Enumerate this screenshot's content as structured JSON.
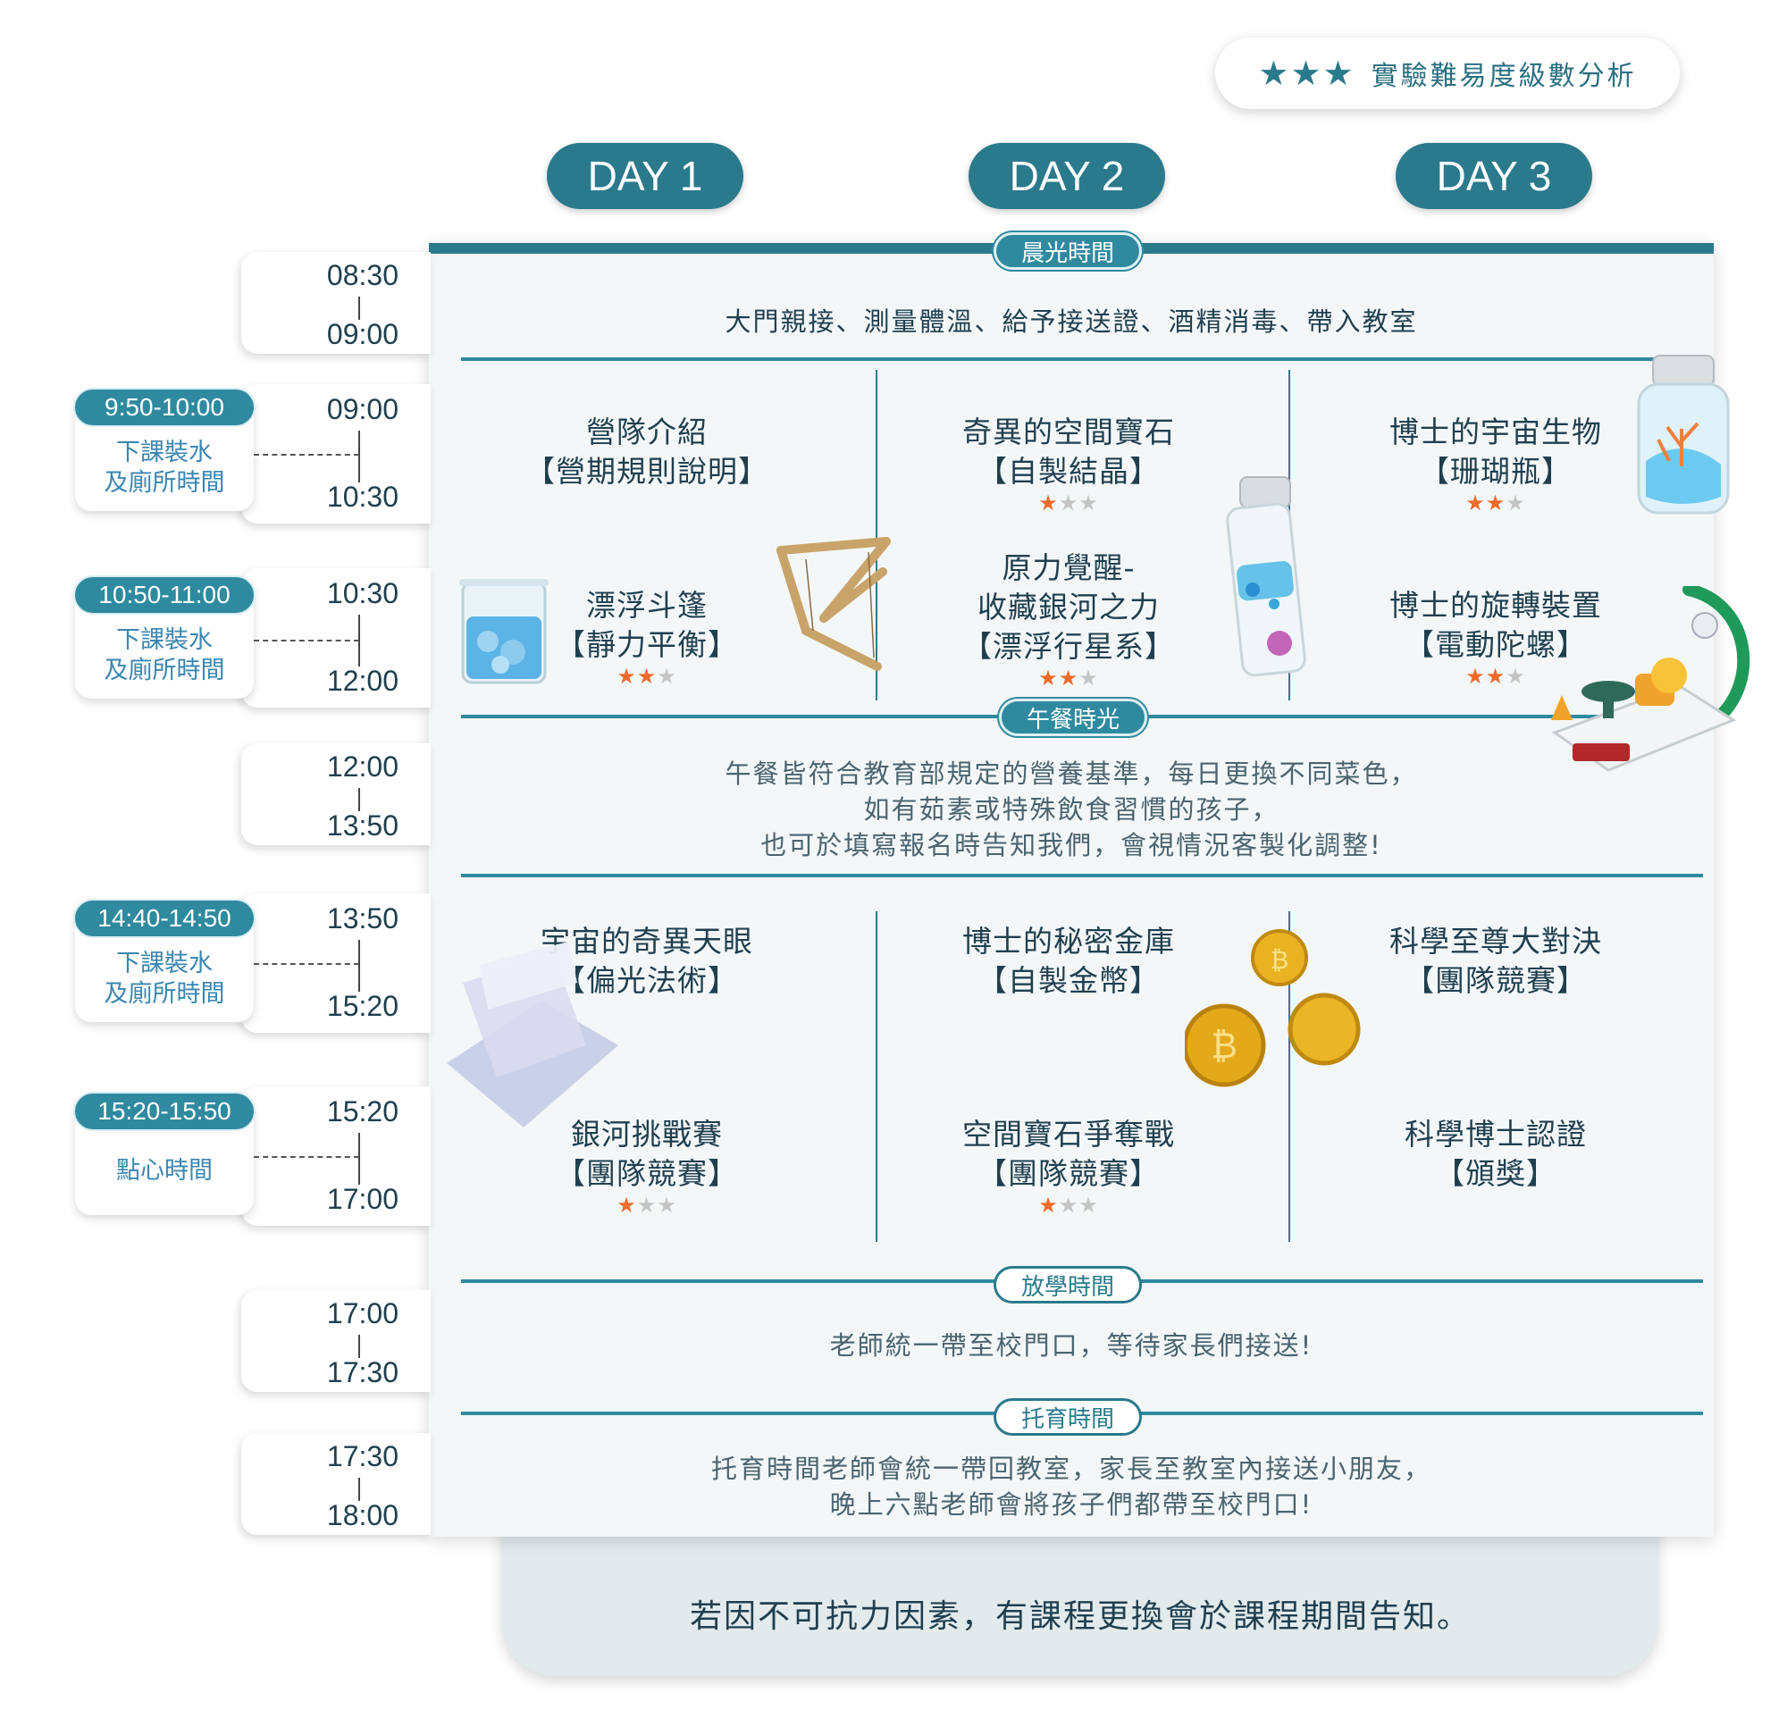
{
  "legend": {
    "stars": "★★★",
    "label": "實驗難易度級數分析"
  },
  "days": [
    "DAY 1",
    "DAY 2",
    "DAY 3"
  ],
  "sections": {
    "morning": {
      "label": "晨光時間",
      "text": "大門親接、測量體溫、給予接送證、酒精消毒、帶入教室"
    },
    "lunch": {
      "label": "午餐時光",
      "lines": [
        "午餐皆符合教育部規定的營養基準，每日更換不同菜色，",
        "如有茹素或特殊飲食習慣的孩子，",
        "也可於填寫報名時告知我們，會視情況客製化調整!"
      ]
    },
    "dismiss": {
      "label": "放學時間",
      "text": "老師統一帶至校門口，等待家長們接送!"
    },
    "care": {
      "label": "托育時間",
      "lines": [
        "托育時間老師會統一帶回教室，家長至教室內接送小朋友，",
        "晚上六點老師會將孩子們都帶至校門口!"
      ]
    }
  },
  "activities": {
    "d1a": {
      "l1": "營隊介紹",
      "l2": "【營期規則說明】"
    },
    "d2a": {
      "l1": "奇異的空間寶石",
      "l2": "【自製結晶】",
      "stars": 1
    },
    "d3a": {
      "l1": "博士的宇宙生物",
      "l2": "【珊瑚瓶】",
      "stars": 2
    },
    "d1b": {
      "l1": "漂浮斗篷",
      "l2": "【靜力平衡】",
      "stars": 2
    },
    "d2b": {
      "l0": "原力覺醒-",
      "l1": "收藏銀河之力",
      "l2": "【漂浮行星系】",
      "stars": 2
    },
    "d3b": {
      "l1": "博士的旋轉裝置",
      "l2": "【電動陀螺】",
      "stars": 2
    },
    "d1c": {
      "l1": "宇宙的奇異天眼",
      "l2": "【偏光法術】"
    },
    "d2c": {
      "l1": "博士的秘密金庫",
      "l2": "【自製金幣】"
    },
    "d3c": {
      "l1": "科學至尊大對決",
      "l2": "【團隊競賽】"
    },
    "d1d": {
      "l1": "銀河挑戰賽",
      "l2": "【團隊競賽】",
      "stars": 1
    },
    "d2d": {
      "l1": "空間寶石爭奪戰",
      "l2": "【團隊競賽】",
      "stars": 1
    },
    "d3d": {
      "l1": "科學博士認證",
      "l2": "【頒獎】"
    }
  },
  "times": [
    {
      "start": "08:30",
      "end": "09:00"
    },
    {
      "start": "09:00",
      "end": "10:30"
    },
    {
      "start": "10:30",
      "end": "12:00"
    },
    {
      "start": "12:00",
      "end": "13:50"
    },
    {
      "start": "13:50",
      "end": "15:20"
    },
    {
      "start": "15:20",
      "end": "17:00"
    },
    {
      "start": "17:00",
      "end": "17:30"
    },
    {
      "start": "17:30",
      "end": "18:00"
    }
  ],
  "breaks": [
    {
      "time": "9:50-10:00",
      "l1": "下課裝水",
      "l2": "及廁所時間"
    },
    {
      "time": "10:50-11:00",
      "l1": "下課裝水",
      "l2": "及廁所時間"
    },
    {
      "time": "14:40-14:50",
      "l1": "下課裝水",
      "l2": "及廁所時間"
    },
    {
      "time": "15:20-15:50",
      "l1": "點心時間",
      "l2": ""
    }
  ],
  "note": "若因不可抗力因素，有課程更換會於課程期間告知。",
  "colors": {
    "teal": "#2a7a8c",
    "tealLight": "#2f8aa0",
    "starOn": "#ee6a2a",
    "starOff": "#c4c4c4",
    "breakText": "#3a86b0"
  },
  "icons": [
    "beaker-icon",
    "stick-structure-icon",
    "crystal-bottle-icon",
    "coral-jar-icon",
    "gyroscope-kit-icon",
    "polarizer-sheets-icon",
    "gold-coins-icon"
  ]
}
